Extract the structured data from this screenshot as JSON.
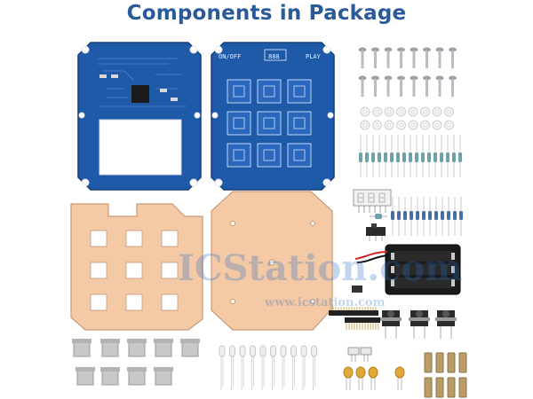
{
  "title": "Components in Package",
  "watermark": {
    "brand": "ICStation.com",
    "url": "www.icstation.com"
  },
  "silkscreen": {
    "power": "ON/OFF",
    "play": "PLAY",
    "digits": "888"
  },
  "colors": {
    "title": "#2a5a98",
    "pcb": "#1f5aa8",
    "pcb_trace": "#4d86cc",
    "acrylic": "#f3c9a6",
    "acrylic_edge": "#c99a76",
    "screw": "#b9bcc1",
    "washer": "#f4f4f4",
    "resistor_body": "#6da3a8",
    "battery_box": "#1a1a1a",
    "cap": "#e3a938",
    "standoff": "#b89d68",
    "led": "#f0f0f0",
    "button_base": "#2b2b2b",
    "pin_header": "#222222"
  }
}
